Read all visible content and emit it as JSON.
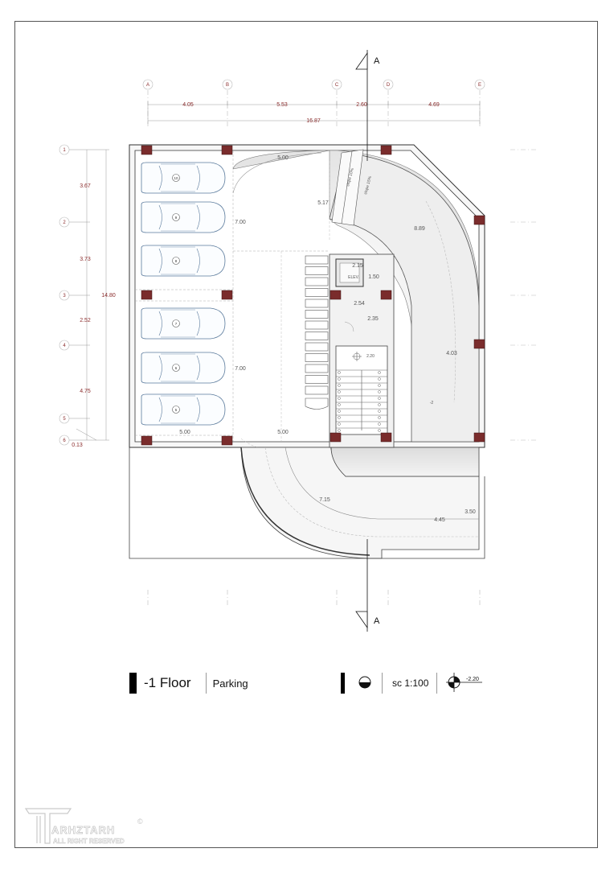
{
  "grid_columns": [
    "A",
    "B",
    "C",
    "D",
    "E"
  ],
  "grid_rows": [
    "1",
    "2",
    "3",
    "4",
    "5",
    "6"
  ],
  "horizontal_dims": [
    "4.05",
    "5.53",
    "2.60",
    "4.69"
  ],
  "horizontal_total": "16.87",
  "vertical_dims": [
    "3.67",
    "3.73",
    "2.52",
    "4.75",
    "0.13"
  ],
  "vertical_total": "14.80",
  "section_marker": "A",
  "parking_numbers": [
    "10",
    "9",
    "8",
    "7",
    "6",
    "5"
  ],
  "plan_labels": {
    "d_top_500": "5.00",
    "d_517": "5.17",
    "d_700_a": "7.00",
    "d_700_b": "7.00",
    "d_889": "8.89",
    "d_403": "4.03",
    "d_500_bl": "5.00",
    "d_500_bm": "5.00",
    "d_715": "7.15",
    "d_350": "3.50",
    "d_445": "4.45",
    "d_215": "2.15",
    "d_150": "1.50",
    "d_254": "2.54",
    "d_235": "2.35",
    "level_stair": "2.20",
    "level_ramp": "-2",
    "slope_a": "slope 10%",
    "slope_b": "slope 15%",
    "elevator": "ELEV."
  },
  "legend": {
    "floor": "-1 Floor",
    "use": "Parking",
    "scale": "sc 1:100",
    "level": "-2.20"
  },
  "watermark": {
    "brand": "ARHZTARH",
    "rights": "ALL RIGHT RESERVED",
    "copyright": "©"
  }
}
